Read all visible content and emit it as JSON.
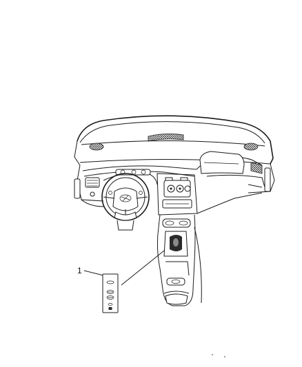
{
  "callouts": [
    {
      "label": "1",
      "part": "switch-panel"
    }
  ],
  "icons": [
    "dashboard-illustration",
    "steering-wheel-icon",
    "center-console-icon",
    "switch-panel-icon"
  ]
}
